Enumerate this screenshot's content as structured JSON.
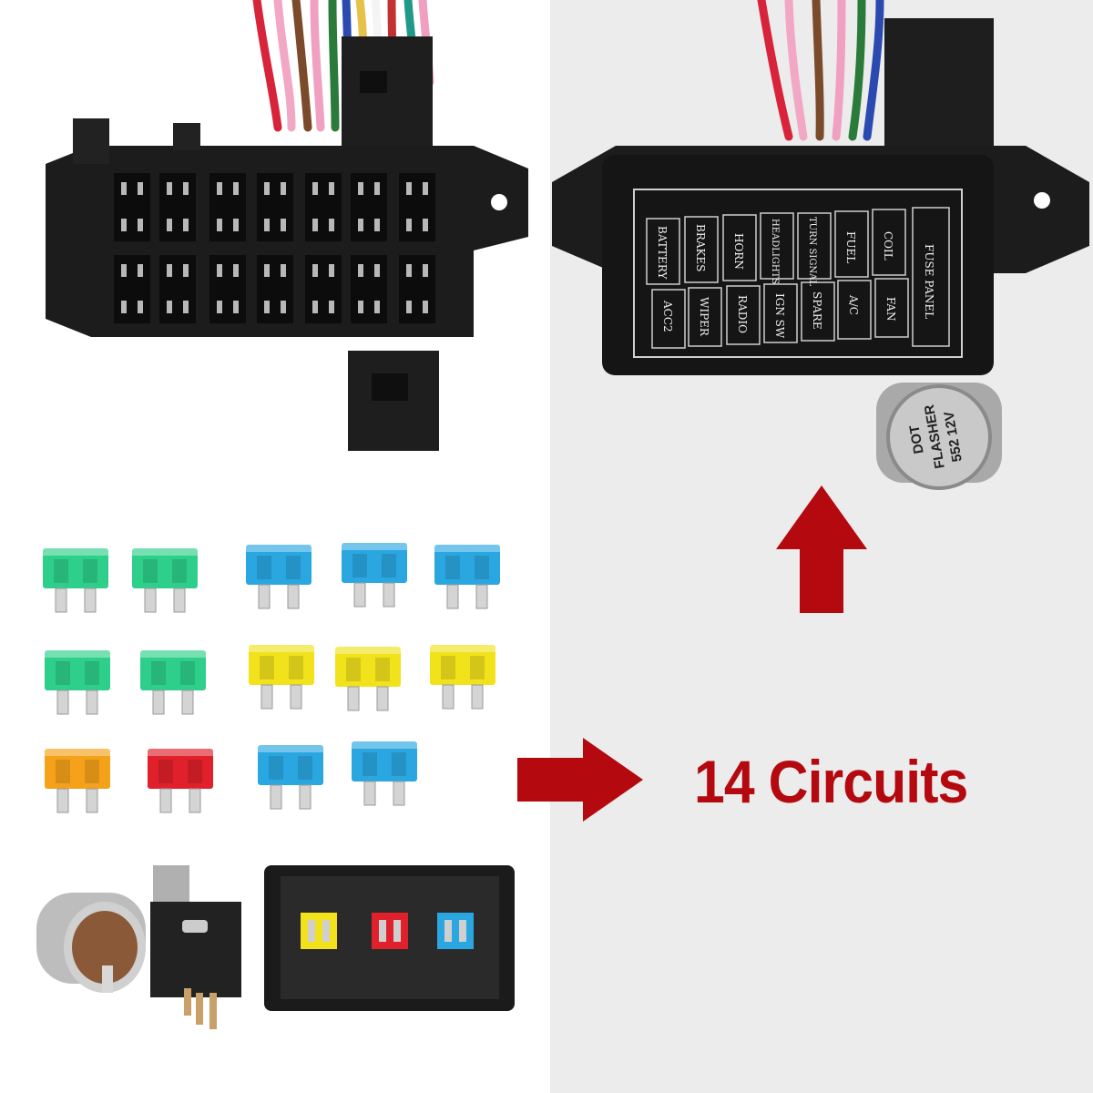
{
  "headline": "14 Circuits",
  "colors": {
    "accent_red": "#b3090f",
    "panel_right_bg": "#ececec",
    "fuse_green": "#2ecf8a",
    "fuse_blue": "#2aa7e0",
    "fuse_yellow": "#f2e21c",
    "fuse_orange": "#f5a21a",
    "fuse_red": "#e0202a",
    "housing_black": "#1b1b1b"
  },
  "cover_labels": {
    "title": "FUSE PANEL",
    "top_row": [
      "BATTERY",
      "BRAKES",
      "HORN",
      "HEADLIGHTS",
      "TURN SIGNAL",
      "FUEL",
      "COIL"
    ],
    "bottom_row": [
      "ACC2",
      "WIPER",
      "RADIO",
      "IGN SW",
      "SPARE",
      "A/C",
      "FAN"
    ]
  },
  "flasher_text": [
    "DOT",
    "FLASHER",
    "552 12V"
  ],
  "fuses": [
    {
      "color": "green"
    },
    {
      "color": "green"
    },
    {
      "color": "blue"
    },
    {
      "color": "blue"
    },
    {
      "color": "blue"
    },
    {
      "color": "green"
    },
    {
      "color": "green"
    },
    {
      "color": "yellow"
    },
    {
      "color": "yellow"
    },
    {
      "color": "yellow"
    },
    {
      "color": "orange"
    },
    {
      "color": "red"
    },
    {
      "color": "blue"
    },
    {
      "color": "blue"
    }
  ],
  "icons": [
    "arrow-right-icon",
    "arrow-up-icon"
  ]
}
